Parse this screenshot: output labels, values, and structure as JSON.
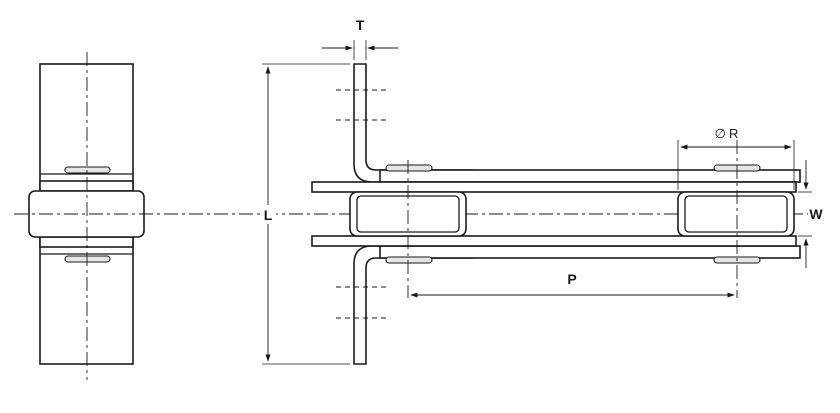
{
  "dimensions": {
    "thickness": "T",
    "length": "L",
    "pitch": "P",
    "diameter_symbol": "∅",
    "roller_diameter": "R",
    "width": "W"
  },
  "colors": {
    "line": "#1a1a1a",
    "background": "#ffffff",
    "pin_fill": "#e6e6e6"
  }
}
